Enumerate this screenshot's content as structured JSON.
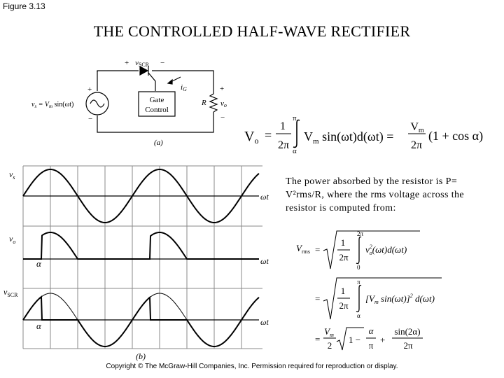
{
  "figure_label": "Figure 3.13",
  "title": "THE CONTROLLED HALF-WAVE RECTIFIER",
  "circuit": {
    "scr_label": "v",
    "scr_sub": "SCR",
    "plus": "+",
    "minus": "−",
    "ig_label": "i",
    "ig_sub": "G",
    "gate_line1": "Gate",
    "gate_line2": "Control",
    "source_label": "v",
    "source_sub": "s",
    "source_eq": " = V",
    "source_eq_sub": "m",
    "source_eq_tail": " sin(ωt)",
    "r_label": "R",
    "vo_label": "v",
    "vo_sub": "o",
    "part_a": "(a)"
  },
  "waveforms": {
    "vs_label": "v",
    "vs_sub": "s",
    "vo_label": "v",
    "vo_sub": "o",
    "vscr_label": "v",
    "vscr_sub": "SCR",
    "wt": "ωt",
    "alpha": "α",
    "part_b": "(b)"
  },
  "vo_formula": {
    "lhs": "V",
    "lhs_sub": "o",
    "eq": "=",
    "frac_num": "1",
    "frac_den": "2π",
    "upper": "π",
    "lower": "α",
    "integrand": "V",
    "integrand_sub": "m",
    "integrand_tail": " sin(ωt)d(ωt) =",
    "res_num": "V",
    "res_num_sub": "m",
    "res_den": "2π",
    "res_tail": "(1 + cos α)"
  },
  "power_text": "The power absorbed by the resistor is P= V²rms/R, where the rms voltage across the resistor is computed from:",
  "rms": {
    "lhs": "V",
    "lhs_sub": "rms",
    "eq": "=",
    "f1_num": "1",
    "f1_den": "2π",
    "f1_upper": "2π",
    "f1_lower": "0",
    "f1_body": "v",
    "f1_body_sub": "o",
    "f1_body_sup": "2",
    "f1_tail": "(ωt)d(ωt)",
    "f2_num": "1",
    "f2_den": "2π",
    "f2_upper": "π",
    "f2_lower": "α",
    "f2_body": "[V",
    "f2_body_sub": "m",
    "f2_tail": " sin(ωt)]",
    "f2_sup": "2",
    "f2_end": " d(ωt)",
    "f3_num": "V",
    "f3_num_sub": "m",
    "f3_den": "2",
    "f3_one": "1 −",
    "f3_a_num": "α",
    "f3_a_den": "π",
    "f3_plus": "+",
    "f3_s_num": "sin(2α)",
    "f3_s_den": "2π"
  },
  "copyright": "Copyright © The McGraw-Hill Companies, Inc. Permission required for reproduction or display."
}
